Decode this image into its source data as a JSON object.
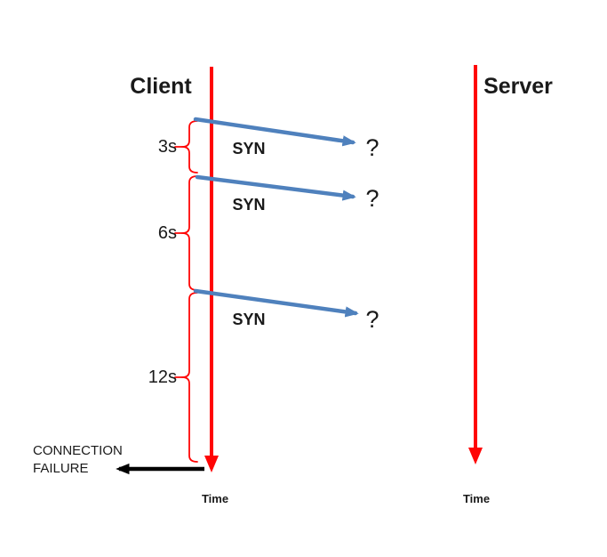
{
  "colors": {
    "red": "#FF0505",
    "blue": "#4F81BD",
    "black": "#000000",
    "text": "#1A1A1A"
  },
  "actors": {
    "client": {
      "label": "Client",
      "axis_label": "Time"
    },
    "server": {
      "label": "Server",
      "axis_label": "Time"
    }
  },
  "messages": [
    {
      "label": "SYN",
      "result": "?"
    },
    {
      "label": "SYN",
      "result": "?"
    },
    {
      "label": "SYN",
      "result": "?"
    }
  ],
  "timeouts": [
    {
      "label": "3s"
    },
    {
      "label": "6s"
    },
    {
      "label": "12s"
    }
  ],
  "failure": {
    "line1": "CONNECTION",
    "line2": "FAILURE"
  }
}
